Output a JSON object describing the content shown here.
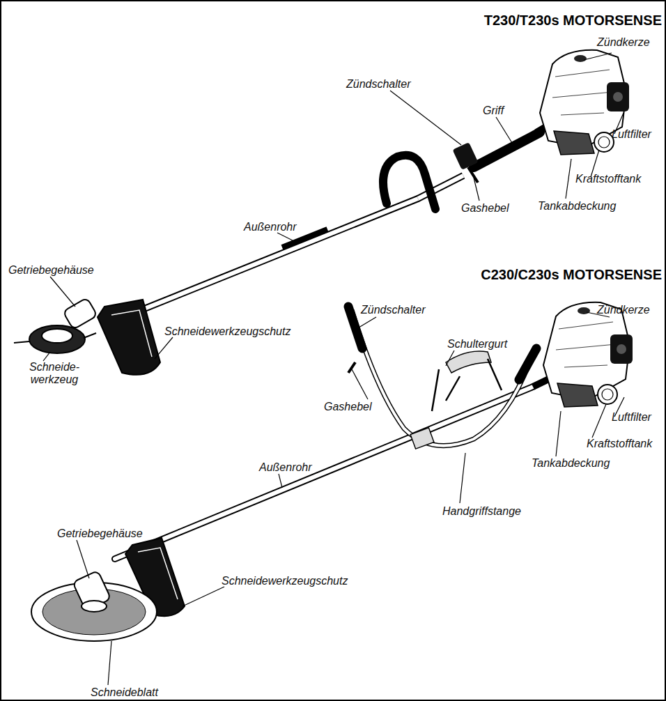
{
  "diagram": {
    "labels": [
      "T230/T230s MOTORSENSE",
      "Zündkerze",
      "Zündschalter",
      "Griff",
      "Luftfilter",
      "Außenrohr",
      "Kraftstofftank",
      "Gashebel",
      "Tankabdeckung",
      "Getriebegehäuse",
      "Schneidewerkzeugschutz",
      "Schneide- werkzeug",
      "C230/C230s MOTORSENSE",
      "Zündschalter",
      "Zündkerze",
      "Schultergurt",
      "Gashebel",
      "Luftfilter",
      "Kraftstofftank",
      "Außenrohr",
      "Tankabdeckung",
      "Handgriffstange",
      "Getriebegehäuse",
      "Schneidewerkzeugschutz",
      "Schneideblatt"
    ]
  }
}
